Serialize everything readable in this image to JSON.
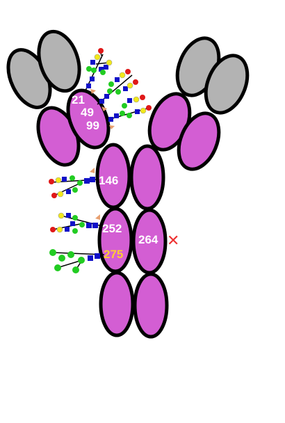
{
  "colors": {
    "heavy_chain": "#d35ed3",
    "light_chain": "#b3b3b3",
    "outline": "#000000",
    "label_white": "#ffffff",
    "label_highlight": "#ffcc33",
    "glcnac_square": "#1010c8",
    "mannose_circle": "#22cc22",
    "galactose_circle": "#f2e81a",
    "fucose_triangle": "#e8a070",
    "sialic_diamond": "#e01818",
    "absent_mark": "#ee3333"
  },
  "sites": {
    "s21": "21",
    "s49": "49",
    "s99": "99",
    "s146": "146",
    "s252": "252",
    "s275": "275",
    "s264": "264"
  },
  "annotations": {
    "site_264_status": "✕"
  },
  "icons": {
    "absent_mark": "x-mark-icon"
  }
}
